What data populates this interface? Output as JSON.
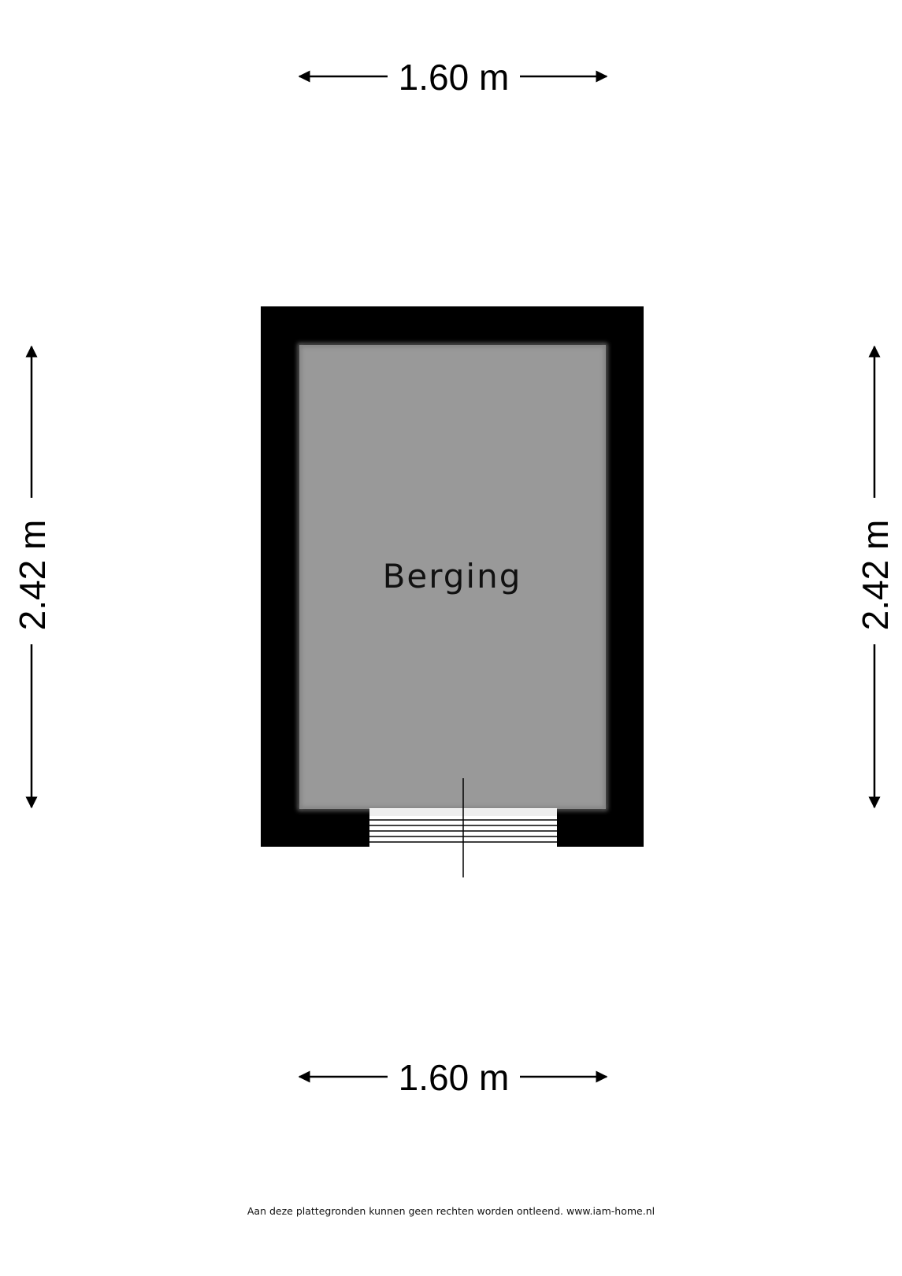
{
  "floorplan": {
    "room_name": "Berging",
    "dimensions": {
      "top": "1.60 m",
      "bottom": "1.60 m",
      "left": "2.42 m",
      "right": "2.42 m"
    },
    "colors": {
      "wall": "#000000",
      "floor": "#999999",
      "background": "#ffffff"
    }
  },
  "footer": {
    "disclaimer": "Aan deze plattegronden kunnen geen rechten worden ontleend. www.iam-home.nl"
  }
}
